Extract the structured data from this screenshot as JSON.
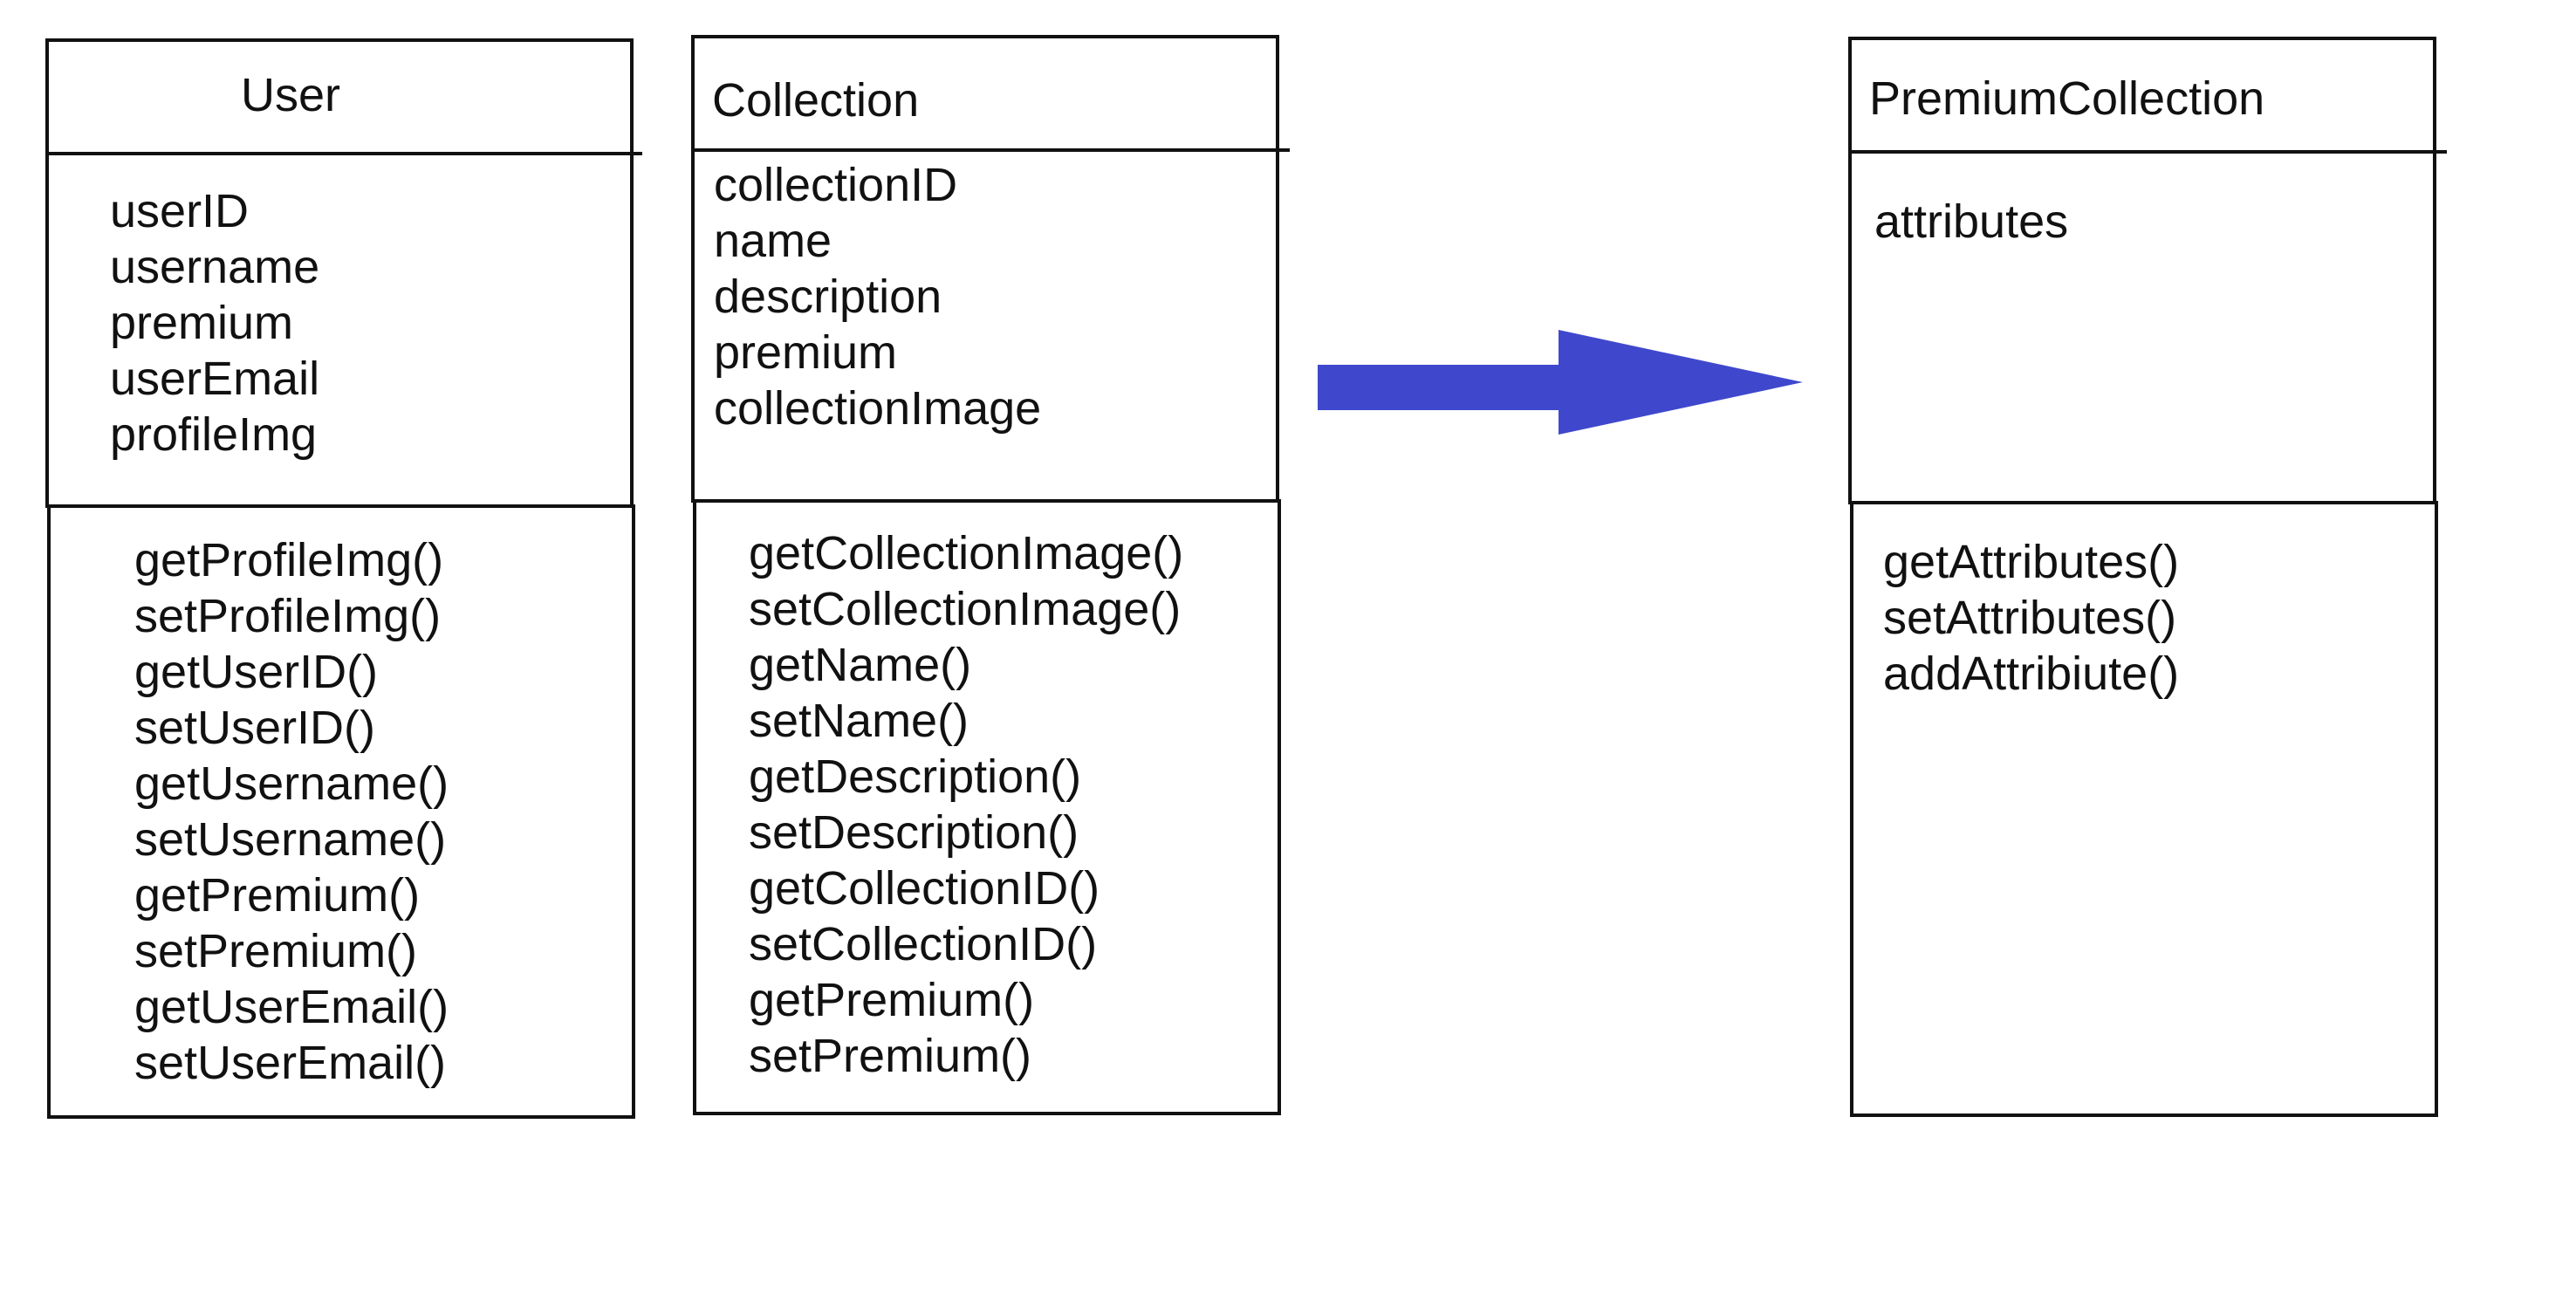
{
  "diagram": {
    "classes": [
      {
        "name": "User",
        "attributes": [
          "userID",
          "username",
          "premium",
          "userEmail",
          "profileImg"
        ],
        "methods": [
          "getProfileImg()",
          "setProfileImg()",
          "getUserID()",
          "setUserID()",
          "getUsername()",
          "setUsername()",
          "getPremium()",
          "setPremium()",
          "getUserEmail()",
          "setUserEmail()"
        ]
      },
      {
        "name": "Collection",
        "attributes": [
          "collectionID",
          "name",
          "description",
          "premium",
          "collectionImage"
        ],
        "methods": [
          "getCollectionImage()",
          "setCollectionImage()",
          "getName()",
          "setName()",
          "getDescription()",
          "setDescription()",
          "getCollectionID()",
          "setCollectionID()",
          "getPremium()",
          "setPremium()"
        ]
      },
      {
        "name": "PremiumCollection",
        "attributes": [
          "attributes"
        ],
        "methods": [
          "getAttributes()",
          "setAttributes()",
          "addAttribiute()"
        ]
      }
    ],
    "arrow_color": "#3f48cc"
  }
}
